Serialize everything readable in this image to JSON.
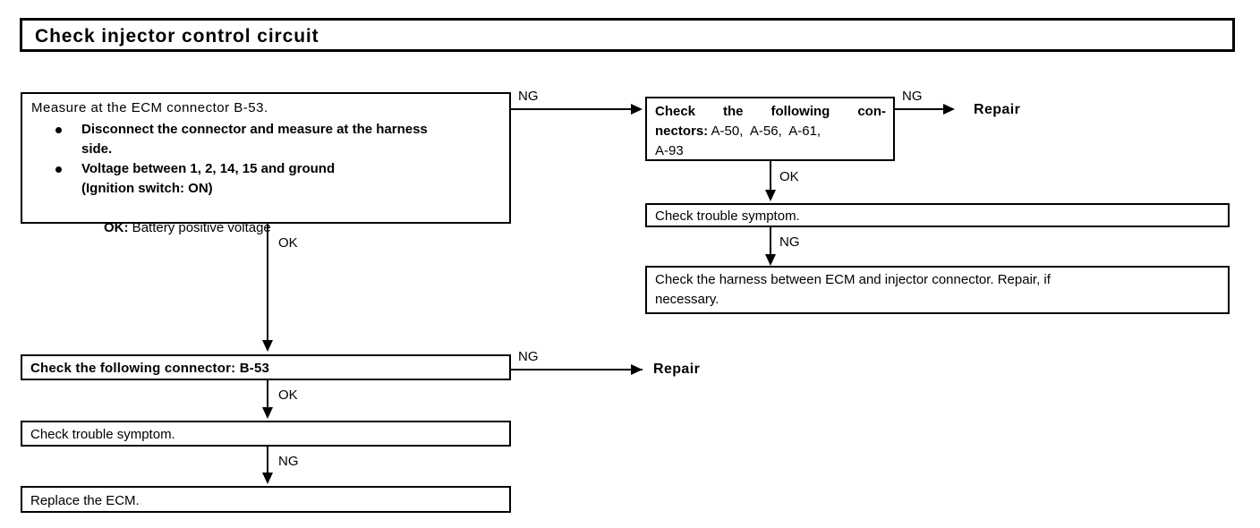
{
  "title": {
    "text": "Check injector control circuit"
  },
  "boxes": {
    "measure": {
      "header": "Measure at the ECM connector B-53.",
      "bullets": [
        "Disconnect the connector and measure at the harness\nside.",
        "Voltage between 1, 2, 14, 15 and ground\n(Ignition switch: ON)"
      ],
      "ok_prefix": "OK:",
      "ok_value": " Battery positive voltage"
    },
    "connectors": {
      "label_line1": "Check the following con-",
      "label_line2_bold": "nectors:",
      "label_line2_rest": " A-50,  A-56,  A-61,",
      "label_line3": "A-93"
    },
    "symptom_right": {
      "text": "Check trouble symptom."
    },
    "harness": {
      "text": "Check the harness between ECM and injector connector. Repair, if\nnecessary."
    },
    "connector_b53": {
      "text": "Check the following connector: B-53"
    },
    "symptom_left": {
      "text": "Check trouble symptom."
    },
    "replace_ecm": {
      "text": "Replace the ECM."
    }
  },
  "edges": {
    "measure_to_connectors": "NG",
    "measure_to_b53": "OK",
    "connectors_to_repair": "NG",
    "connectors_to_symptom": "OK",
    "symptom_right_to_harness": "NG",
    "b53_to_repair": "NG",
    "b53_to_symptom": "OK",
    "symptom_left_to_replace": "NG"
  },
  "terminals": {
    "repair_top": "Repair",
    "repair_bottom": "Repair"
  },
  "colors": {
    "ink": "#000000",
    "paper": "#ffffff"
  }
}
